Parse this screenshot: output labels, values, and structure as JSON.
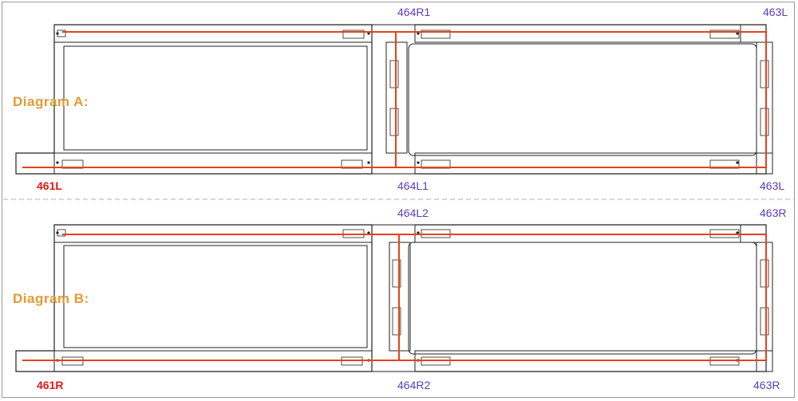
{
  "diagram_a": {
    "title": "Diagram A:",
    "label_461": "461L",
    "label_464_top": "464R1",
    "label_464_bottom": "464L1",
    "label_463_top": "463L",
    "label_463_bottom": "463L"
  },
  "diagram_b": {
    "title": "Diagram B:",
    "label_461": "461R",
    "label_464_top": "464L2",
    "label_464_bottom": "464R2",
    "label_463_top": "463R",
    "label_463_bottom": "463R"
  },
  "colors": {
    "wire": "#e8401c",
    "outline": "#222222",
    "frame": "#9a9a9a",
    "title": "#e39a34",
    "module_label": "#5a3fb8",
    "start_label": "#e11818",
    "divider": "#b0b0b0"
  }
}
